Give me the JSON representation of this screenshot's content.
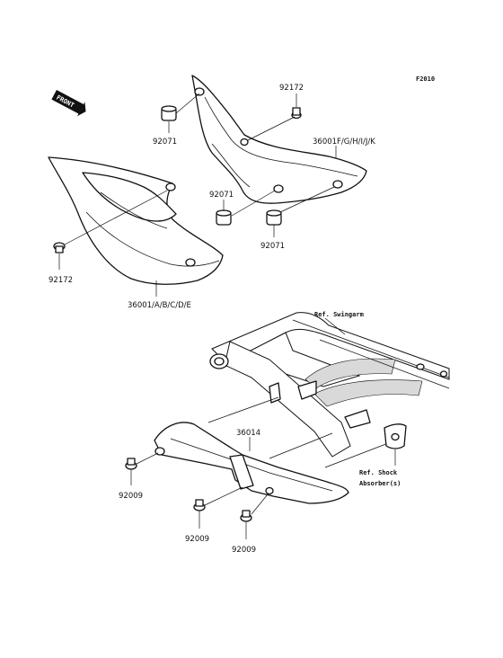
{
  "diagram": {
    "code": "F2010",
    "front_badge": "FRONT",
    "labels": {
      "bolt_top": "92172",
      "damper_upper_left": "92071",
      "cover_right": "36001F/G/H/I/J/K",
      "damper_mid": "92071",
      "damper_right": "92071",
      "bolt_left": "92172",
      "cover_left": "36001/A/B/C/D/E",
      "swingarm_ref": "Ref. Swingarm",
      "chain_guard": "36014",
      "shock_ref_line1": "Ref. Shock",
      "shock_ref_line2": "Absorber(s)",
      "bolt_a": "92009",
      "bolt_b": "92009",
      "bolt_c": "92009"
    }
  }
}
